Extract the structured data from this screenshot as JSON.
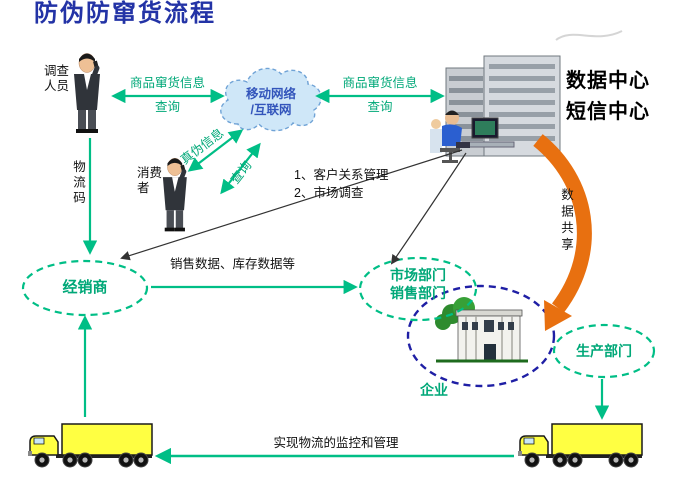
{
  "title": "防伪防窜货流程",
  "palette": {
    "arrow_green": "#00BE86",
    "text_green": "#00A878",
    "title_blue": "#2333A6",
    "cloud_text_blue": "#3355BB",
    "navy_dashed": "#1F1FA5",
    "orange": "#E87010",
    "truck_yellow": "#FFFF42"
  },
  "nodes": {
    "investigator": {
      "label": "调查\n人员"
    },
    "consumer": {
      "label": "消费\n者"
    },
    "cloud": {
      "line1": "移动网络",
      "line2": "/互联网"
    },
    "datacenter": {
      "line1": "数据中心",
      "line2": "短信中心"
    },
    "distributor": {
      "label": "经销商"
    },
    "market": {
      "line1": "市场部门",
      "line2": "销售部门"
    },
    "enterprise": {
      "label": "企业"
    },
    "production": {
      "label": "生产部门"
    }
  },
  "edges": {
    "goods_info_left": "商品窜货信息",
    "query_left": "查询",
    "goods_info_right": "商品窜货信息",
    "query_right": "查询",
    "authenticity_info": "真伪信息",
    "query_diagonal": "查询",
    "note_line1": "1、客户关系管理",
    "note_line2": "2、市场调查",
    "logistics_code": "物流码",
    "sales_data": "销售数据、库存数据等",
    "data_sharing": "数据共享",
    "logistics_management": "实现物流的监控和管理"
  }
}
